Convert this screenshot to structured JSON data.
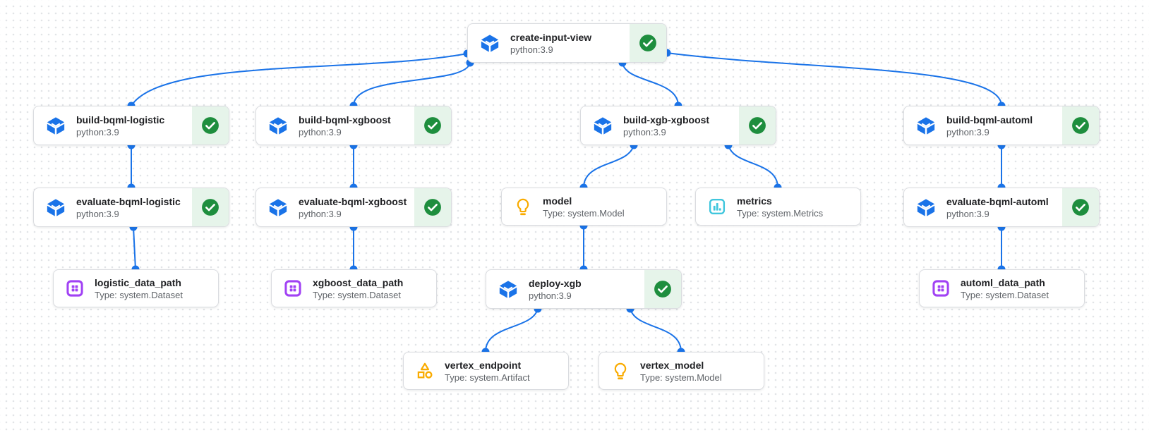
{
  "app": "pipeline-dag-canvas",
  "colors": {
    "edge_blue": "#1a73e8",
    "node_border": "#dadce0",
    "status_success_bg": "#e6f4ea",
    "status_success_green": "#1e8e3e",
    "execution_icon_blue": "#1a73e8",
    "model_icon_yellow": "#f9ab00",
    "metrics_icon_cyan": "#3fc6dd",
    "dataset_icon_purple": "#a142f4",
    "artifact_icon_orange": "#f9ab00",
    "title_text": "#202124",
    "subtitle_text": "#5f6368",
    "grid_dot": "#e2e4e7"
  },
  "icons": {
    "execution": "component-cube-icon",
    "status": "check-circle-icon",
    "model": "lightbulb-icon",
    "metrics": "bar-chart-icon",
    "dataset": "dataset-grid-icon",
    "artifact": "category-shapes-icon"
  },
  "nodes": [
    {
      "id": "create-input-view",
      "title": "create-input-view",
      "subtitle": "python:3.9",
      "kind": "execution",
      "status": "succeeded"
    },
    {
      "id": "build-bqml-logistic",
      "title": "build-bqml-logistic",
      "subtitle": "python:3.9",
      "kind": "execution",
      "status": "succeeded"
    },
    {
      "id": "build-bqml-xgboost",
      "title": "build-bqml-xgboost",
      "subtitle": "python:3.9",
      "kind": "execution",
      "status": "succeeded"
    },
    {
      "id": "build-xgb-xgboost",
      "title": "build-xgb-xgboost",
      "subtitle": "python:3.9",
      "kind": "execution",
      "status": "succeeded"
    },
    {
      "id": "build-bqml-automl",
      "title": "build-bqml-automl",
      "subtitle": "python:3.9",
      "kind": "execution",
      "status": "succeeded"
    },
    {
      "id": "evaluate-bqml-logistic",
      "title": "evaluate-bqml-logistic",
      "subtitle": "python:3.9",
      "kind": "execution",
      "status": "succeeded"
    },
    {
      "id": "evaluate-bqml-xgboost",
      "title": "evaluate-bqml-xgboost",
      "subtitle": "python:3.9",
      "kind": "execution",
      "status": "succeeded"
    },
    {
      "id": "model",
      "title": "model",
      "subtitle": "Type: system.Model",
      "kind": "artifact-model"
    },
    {
      "id": "metrics",
      "title": "metrics",
      "subtitle": "Type: system.Metrics",
      "kind": "artifact-metrics"
    },
    {
      "id": "evaluate-bqml-automl",
      "title": "evaluate-bqml-automl",
      "subtitle": "python:3.9",
      "kind": "execution",
      "status": "succeeded"
    },
    {
      "id": "logistic_data_path",
      "title": "logistic_data_path",
      "subtitle": "Type: system.Dataset",
      "kind": "artifact-dataset"
    },
    {
      "id": "xgboost_data_path",
      "title": "xgboost_data_path",
      "subtitle": "Type: system.Dataset",
      "kind": "artifact-dataset"
    },
    {
      "id": "deploy-xgb",
      "title": "deploy-xgb",
      "subtitle": "python:3.9",
      "kind": "execution",
      "status": "succeeded"
    },
    {
      "id": "automl_data_path",
      "title": "automl_data_path",
      "subtitle": "Type: system.Dataset",
      "kind": "artifact-dataset"
    },
    {
      "id": "vertex_endpoint",
      "title": "vertex_endpoint",
      "subtitle": "Type: system.Artifact",
      "kind": "artifact-generic"
    },
    {
      "id": "vertex_model",
      "title": "vertex_model",
      "subtitle": "Type: system.Model",
      "kind": "artifact-model"
    }
  ],
  "edges": [
    [
      "create-input-view",
      "build-bqml-logistic"
    ],
    [
      "create-input-view",
      "build-bqml-xgboost"
    ],
    [
      "create-input-view",
      "build-xgb-xgboost"
    ],
    [
      "create-input-view",
      "build-bqml-automl"
    ],
    [
      "build-bqml-logistic",
      "evaluate-bqml-logistic"
    ],
    [
      "evaluate-bqml-logistic",
      "logistic_data_path"
    ],
    [
      "build-bqml-xgboost",
      "evaluate-bqml-xgboost"
    ],
    [
      "evaluate-bqml-xgboost",
      "xgboost_data_path"
    ],
    [
      "build-xgb-xgboost",
      "model"
    ],
    [
      "build-xgb-xgboost",
      "metrics"
    ],
    [
      "model",
      "deploy-xgb"
    ],
    [
      "deploy-xgb",
      "vertex_endpoint"
    ],
    [
      "deploy-xgb",
      "vertex_model"
    ],
    [
      "build-bqml-automl",
      "evaluate-bqml-automl"
    ],
    [
      "evaluate-bqml-automl",
      "automl_data_path"
    ]
  ]
}
